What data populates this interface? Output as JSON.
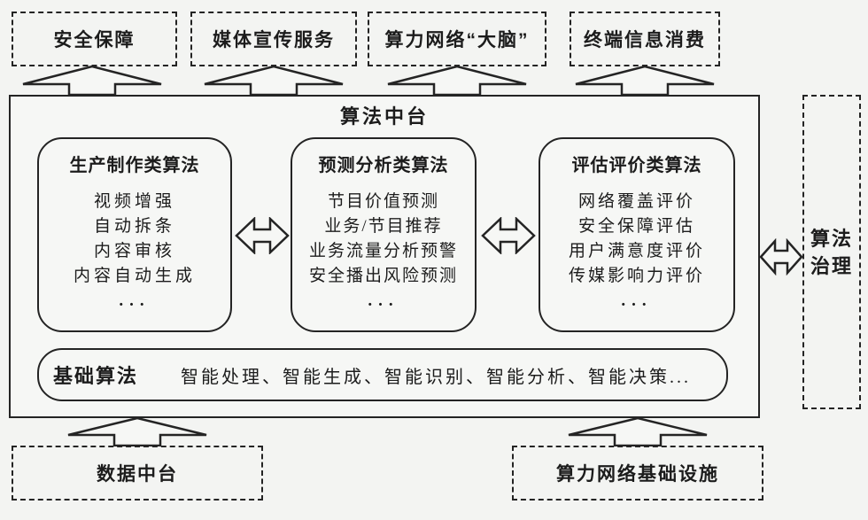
{
  "diagram": {
    "kind": "architecture-diagram",
    "line_color": "#242424",
    "background": "#f3f4f2",
    "top_boxes": [
      {
        "label": "安全保障"
      },
      {
        "label": "媒体宣传服务"
      },
      {
        "label": "算力网络“大脑”"
      },
      {
        "label": "终端信息消费"
      }
    ],
    "main": {
      "title": "算法中台",
      "columns": [
        {
          "title": "生产制作类算法",
          "items": [
            "视频增强",
            "自动拆条",
            "内容审核",
            "内容自动生成",
            "..."
          ]
        },
        {
          "title": "预测分析类算法",
          "items": [
            "节目价值预测",
            "业务/节目推荐",
            "业务流量分析预警",
            "安全播出风险预测",
            "..."
          ]
        },
        {
          "title": "评估评价类算法",
          "items": [
            "网络覆盖评价",
            "安全保障评估",
            "用户满意度评价",
            "传媒影响力评价",
            "..."
          ]
        }
      ],
      "base": {
        "title": "基础算法",
        "items": "智能处理、智能生成、智能识别、智能分析、智能决策..."
      }
    },
    "right_box": {
      "line1": "算法",
      "line2": "治理"
    },
    "bottom_boxes": [
      {
        "label": "数据中台"
      },
      {
        "label": "算力网络基础设施"
      }
    ]
  }
}
